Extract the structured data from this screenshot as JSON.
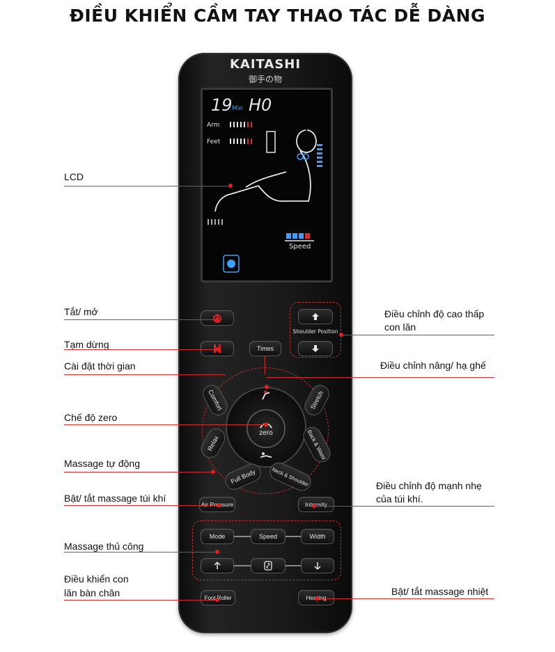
{
  "title": "ĐIỀU KHIỂN CẦM TAY THAO TÁC DỄ DÀNG",
  "remote": {
    "brand": "KAITASHI",
    "brand_sub": "御手の物",
    "lcd": {
      "time": "19",
      "time_unit": "Min",
      "code": "H0",
      "arm": "Arm",
      "feet": "Feet",
      "speed": "Speed"
    },
    "buttons": {
      "times": "Times",
      "shoulder_position": "Shoulder Position",
      "comfort": "Comfort",
      "stretch": "Stretch",
      "relax": "Relax",
      "back_waist": "Back & Waist",
      "full_body": "Full Body",
      "neck_shoulder": "Neck & Shoulder",
      "zero": "zero",
      "air_pressure": "Air Pressure",
      "intensity": "Intensity",
      "mode": "Mode",
      "speed": "Speed",
      "width": "Width",
      "foot_roller": "Foot Roller",
      "heating": "Heating"
    }
  },
  "labels": {
    "lcd": "LCD",
    "power": "Tắt/ mở",
    "pause": "Tạm dừng",
    "timer": "Cài đặt thời gian",
    "zero_mode": "Chế độ zero",
    "auto_massage": "Massage tự động",
    "airbag": "Bật/ tắt massage túi khí",
    "manual_massage": "Massage thủ công",
    "foot_roller_l1": "Điều khiển con",
    "foot_roller_l2": "lăn bàn chân",
    "shoulder_l1": "Điều chỉnh độ cao thấp",
    "shoulder_l2": "con lăn",
    "recline": "Điều chỉnh nâng/ hạ ghế",
    "intensity_l1": "Điều chỉnh độ mạnh nhẹ",
    "intensity_l2": "của túi khí.",
    "heating": "Bật/ tắt massage nhiệt"
  },
  "colors": {
    "accent_red": "#d03030",
    "remote_body": "#1a1a1a"
  }
}
